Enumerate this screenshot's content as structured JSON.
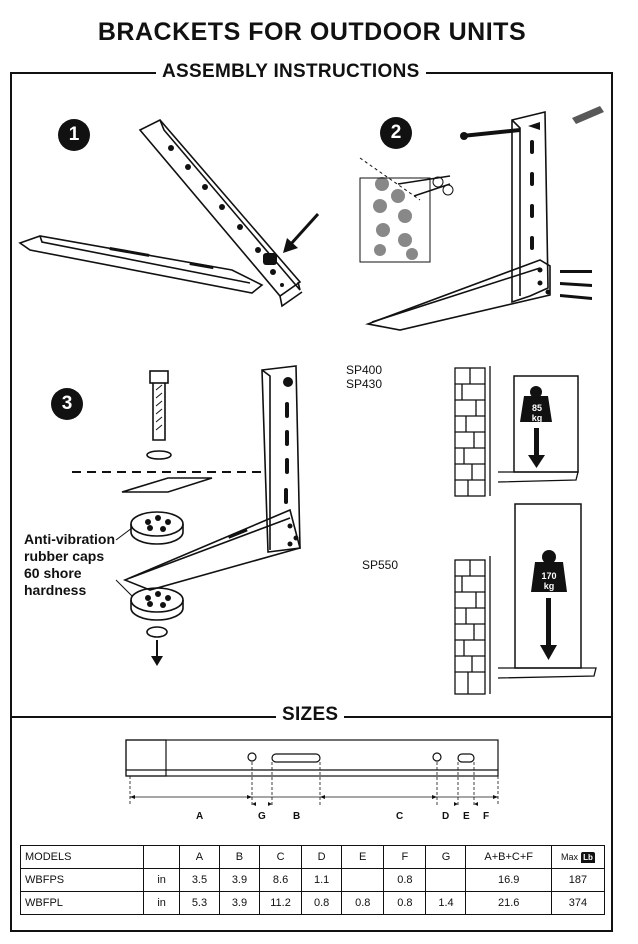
{
  "title": "BRACKETS FOR OUTDOOR UNITS",
  "assembly": {
    "heading": "ASSEMBLY  INSTRUCTIONS",
    "steps": [
      "1",
      "2",
      "3"
    ],
    "caption": [
      "Anti-vibration",
      "rubber caps",
      "60 shore",
      "hardness"
    ],
    "models": [
      {
        "names": [
          "SP400",
          "SP430"
        ],
        "weight": "85",
        "unit": "kg"
      },
      {
        "names": [
          "SP550"
        ],
        "weight": "170",
        "unit": "kg"
      }
    ]
  },
  "sizes": {
    "heading": "SIZES",
    "dimension_labels": [
      "A",
      "G",
      "B",
      "C",
      "D",
      "E",
      "F"
    ],
    "table": {
      "headers": [
        "MODELS",
        "",
        "A",
        "B",
        "C",
        "D",
        "E",
        "F",
        "G",
        "A+B+C+F",
        "Max"
      ],
      "max_icon": "Lb",
      "rows": [
        [
          "WBFPS",
          "in",
          "3.5",
          "3.9",
          "8.6",
          "1.1",
          "",
          "0.8",
          "",
          "16.9",
          "187"
        ],
        [
          "WBFPL",
          "in",
          "5.3",
          "3.9",
          "11.2",
          "0.8",
          "0.8",
          "0.8",
          "1.4",
          "21.6",
          "374"
        ]
      ]
    }
  }
}
